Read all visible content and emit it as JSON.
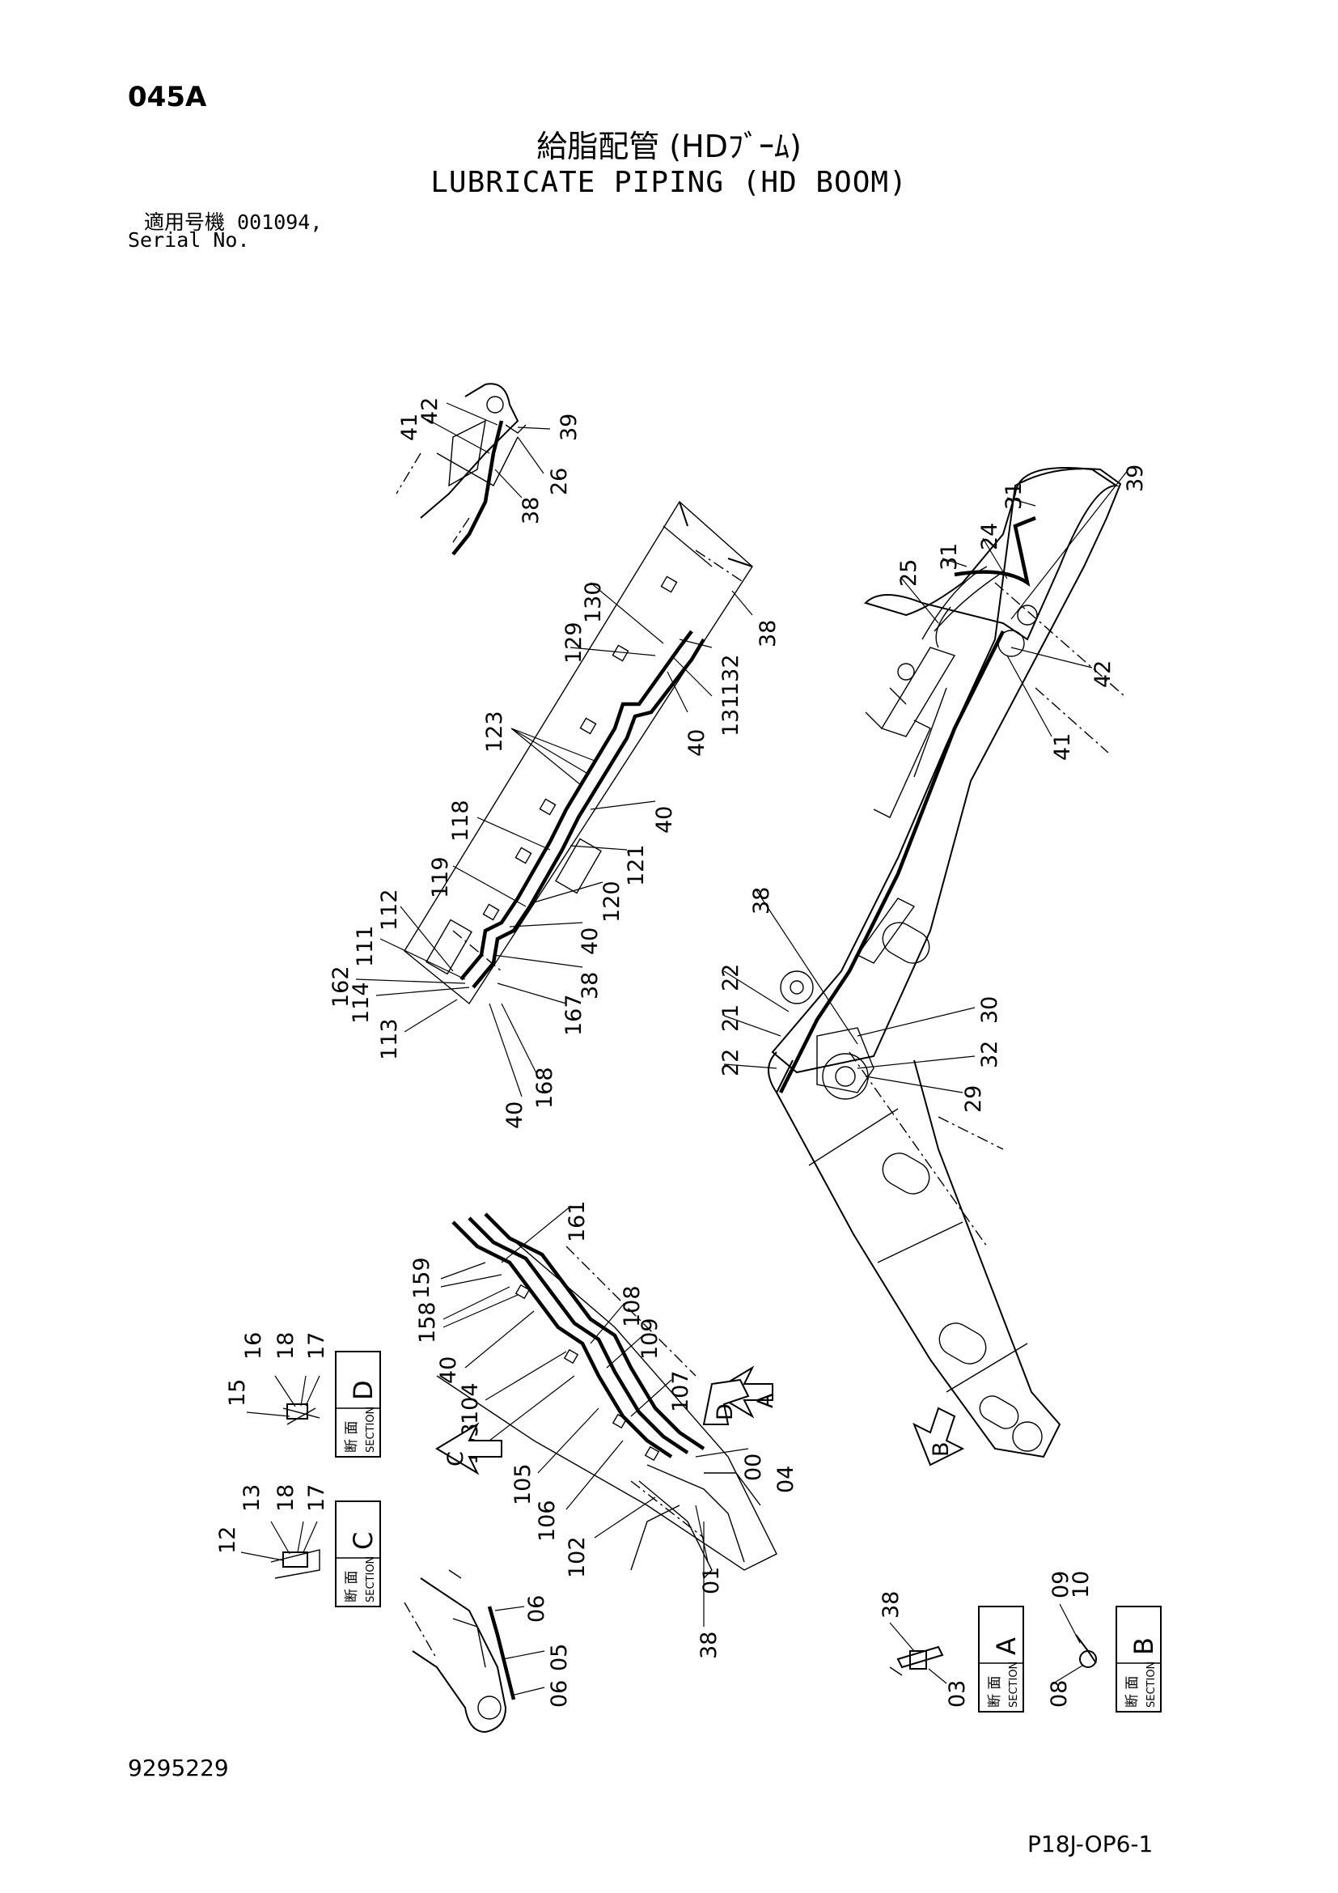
{
  "header": {
    "page_code": "045A",
    "title_jp": "給脂配管 (HDﾌﾞｰﾑ)",
    "title_en": "LUBRICATE PIPING (HD BOOM)",
    "serial_label_jp": "適用号機 001094,",
    "serial_label_en": "Serial No."
  },
  "footer": {
    "drawing_number": "9295229",
    "page_reference": "P18J-OP6-1"
  },
  "sections": {
    "a": {
      "letter": "A",
      "jp": "断 面",
      "en": "SECTION"
    },
    "b": {
      "letter": "B",
      "jp": "断 面",
      "en": "SECTION"
    },
    "c": {
      "letter": "C",
      "jp": "断 面",
      "en": "SECTION"
    },
    "d": {
      "letter": "D",
      "jp": "断 面",
      "en": "SECTION"
    }
  },
  "view_arrows": {
    "a": "A",
    "b": "B",
    "c": "C",
    "d": "D"
  },
  "callouts": {
    "top_left_detail": [
      "42",
      "41",
      "39",
      "26",
      "38"
    ],
    "upper_pipe": [
      "130",
      "129",
      "38",
      "132",
      "131",
      "40",
      "123",
      "40",
      "118",
      "121",
      "119",
      "120",
      "112",
      "111",
      "40",
      "162",
      "114",
      "38",
      "113",
      "167",
      "40",
      "168"
    ],
    "boom": [
      "39",
      "31",
      "24",
      "31",
      "25",
      "42",
      "41",
      "38",
      "22",
      "21",
      "22",
      "30",
      "32",
      "29"
    ],
    "lower_pipe": [
      "161",
      "159",
      "158",
      "108",
      "40",
      "109",
      "104",
      "107",
      "103",
      "105",
      "106",
      "00",
      "04",
      "102",
      "01",
      "38"
    ],
    "section_c": [
      "12",
      "13",
      "18",
      "17"
    ],
    "section_d": [
      "15",
      "16",
      "18",
      "17"
    ],
    "bottom_detail": [
      "06",
      "05",
      "06"
    ],
    "section_a": [
      "38",
      "03"
    ],
    "section_b": [
      "09",
      "10",
      "08"
    ]
  }
}
